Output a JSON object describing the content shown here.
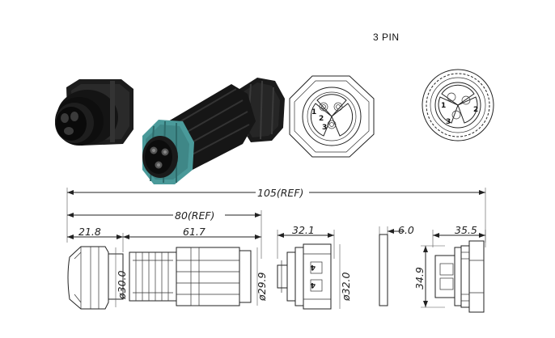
{
  "title": "3 PIN",
  "dimensions": {
    "overall_length": "105(REF)",
    "plug_length": "80(REF)",
    "cable_gland_length": "21.8",
    "body_length": "61.7",
    "socket_length": "32.1",
    "panel_thickness": "6.0",
    "receptacle_length": "35.5",
    "gland_diameter": "ø30.0",
    "body_diameter": "ø29.9",
    "socket_diameter": "ø32.0",
    "receptacle_height": "34.9"
  },
  "pin_labels": {
    "front_face": [
      "1",
      "2",
      "3"
    ],
    "rear_face": [
      "1",
      "2",
      "3"
    ],
    "side_view": [
      "4",
      "4"
    ]
  },
  "colors": {
    "body": "#1a1a1a",
    "accent": "#4a9a9a",
    "line": "#222222"
  }
}
